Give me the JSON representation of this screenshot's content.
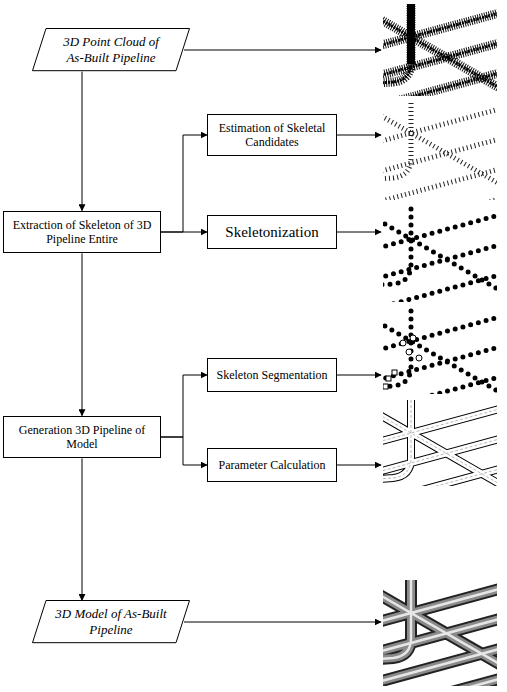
{
  "diagram": {
    "nodes": [
      {
        "text": [
          "3D Point Cloud of As-Built Pipeline"
        ]
      },
      {
        "text": [
          "Extraction of Skeleton of 3D Pipeline Entire"
        ]
      },
      {
        "text": [
          "Estimation of Skeletal Candidates"
        ]
      },
      {
        "text": [
          "Skeletonization"
        ]
      },
      {
        "text": [
          "Generation 3D Pipeline of Model"
        ]
      },
      {
        "text": [
          "Skeleton Segmentation"
        ]
      },
      {
        "text": [
          "Parameter Calculation"
        ]
      },
      {
        "text": [
          "3D Model of As-Built Pipeline"
        ]
      }
    ],
    "edges": [
      {
        "from": 0,
        "to": 1,
        "arrow": "to"
      },
      {
        "from": 1,
        "to": 2,
        "arrow": "to"
      },
      {
        "from": 1,
        "to": 3,
        "arrow": "to"
      },
      {
        "from": 1,
        "to": 4,
        "arrow": "to"
      },
      {
        "from": 4,
        "to": 5,
        "arrow": "to"
      },
      {
        "from": 4,
        "to": 6,
        "arrow": "to"
      },
      {
        "from": 4,
        "to": 7,
        "arrow": "to"
      }
    ]
  }
}
